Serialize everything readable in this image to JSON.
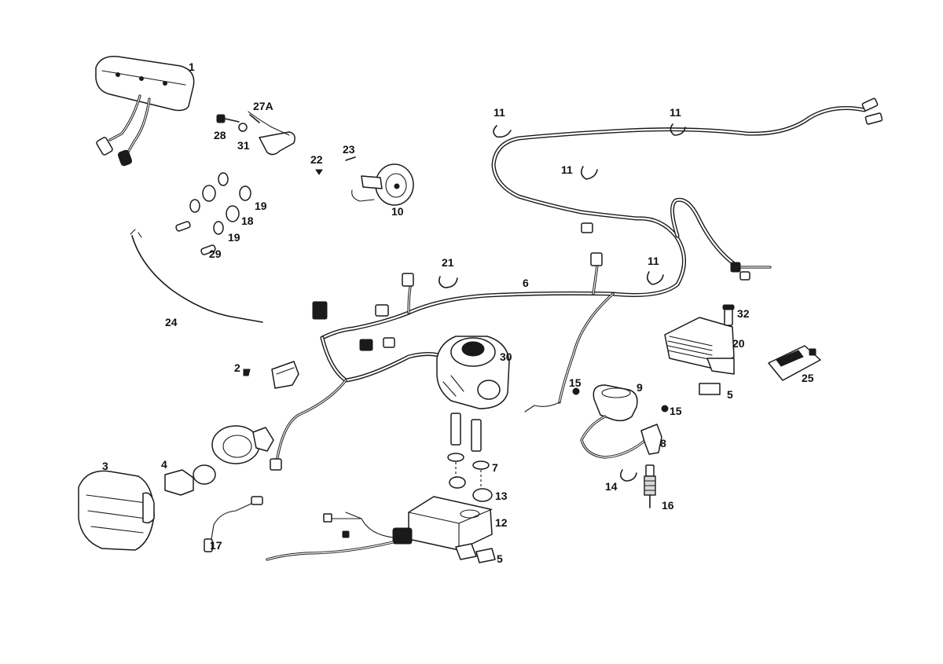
{
  "diagram": {
    "callouts": {
      "c1": "1",
      "c2": "2",
      "c3": "3",
      "c4": "4",
      "c5a": "5",
      "c5b": "5",
      "c6": "6",
      "c7": "7",
      "c8": "8",
      "c9": "9",
      "c10": "10",
      "c11a": "11",
      "c11b": "11",
      "c11c": "11",
      "c11d": "11",
      "c12": "12",
      "c13": "13",
      "c14": "14",
      "c15a": "15",
      "c15b": "15",
      "c16": "16",
      "c17": "17",
      "c18": "18",
      "c19a": "19",
      "c19b": "19",
      "c20": "20",
      "c21": "21",
      "c22": "22",
      "c23": "23",
      "c24": "24",
      "c25": "25",
      "c27a": "27A",
      "c28": "28",
      "c29": "29",
      "c30": "30",
      "c31": "31",
      "c32": "32"
    }
  }
}
